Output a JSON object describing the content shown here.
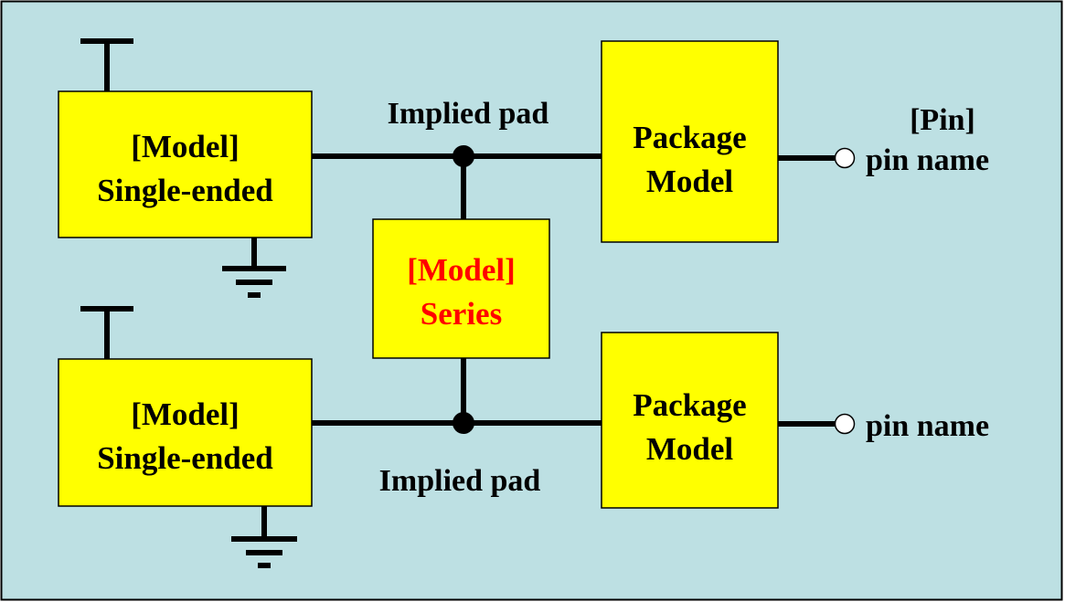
{
  "colors": {
    "background": "#bde0e3",
    "box_fill": "#ffff00",
    "box_border": "#000000",
    "wire": "#000000",
    "series_text": "#ff0000",
    "text": "#000000"
  },
  "blocks": {
    "model_top": {
      "line1": "[Model]",
      "line2": "Single-ended"
    },
    "model_bottom": {
      "line1": "[Model]",
      "line2": "Single-ended"
    },
    "series": {
      "line1": "[Model]",
      "line2": "Series"
    },
    "package_top": {
      "line1": "Package",
      "line2": "Model"
    },
    "package_bottom": {
      "line1": "Package",
      "line2": "Model"
    }
  },
  "labels": {
    "implied_pad_top": "Implied pad",
    "implied_pad_bottom": "Implied pad",
    "pin_header": "[Pin]",
    "pin_name_top": "pin name",
    "pin_name_bottom": "pin name"
  },
  "icons": {
    "supply_top": "power-supply-icon",
    "ground_top": "ground-icon",
    "supply_bottom": "power-supply-icon",
    "ground_bottom": "ground-icon",
    "pad_top": "junction-dot-icon",
    "pad_bottom": "junction-dot-icon",
    "pin_top": "pin-terminal-icon",
    "pin_bottom": "pin-terminal-icon"
  }
}
